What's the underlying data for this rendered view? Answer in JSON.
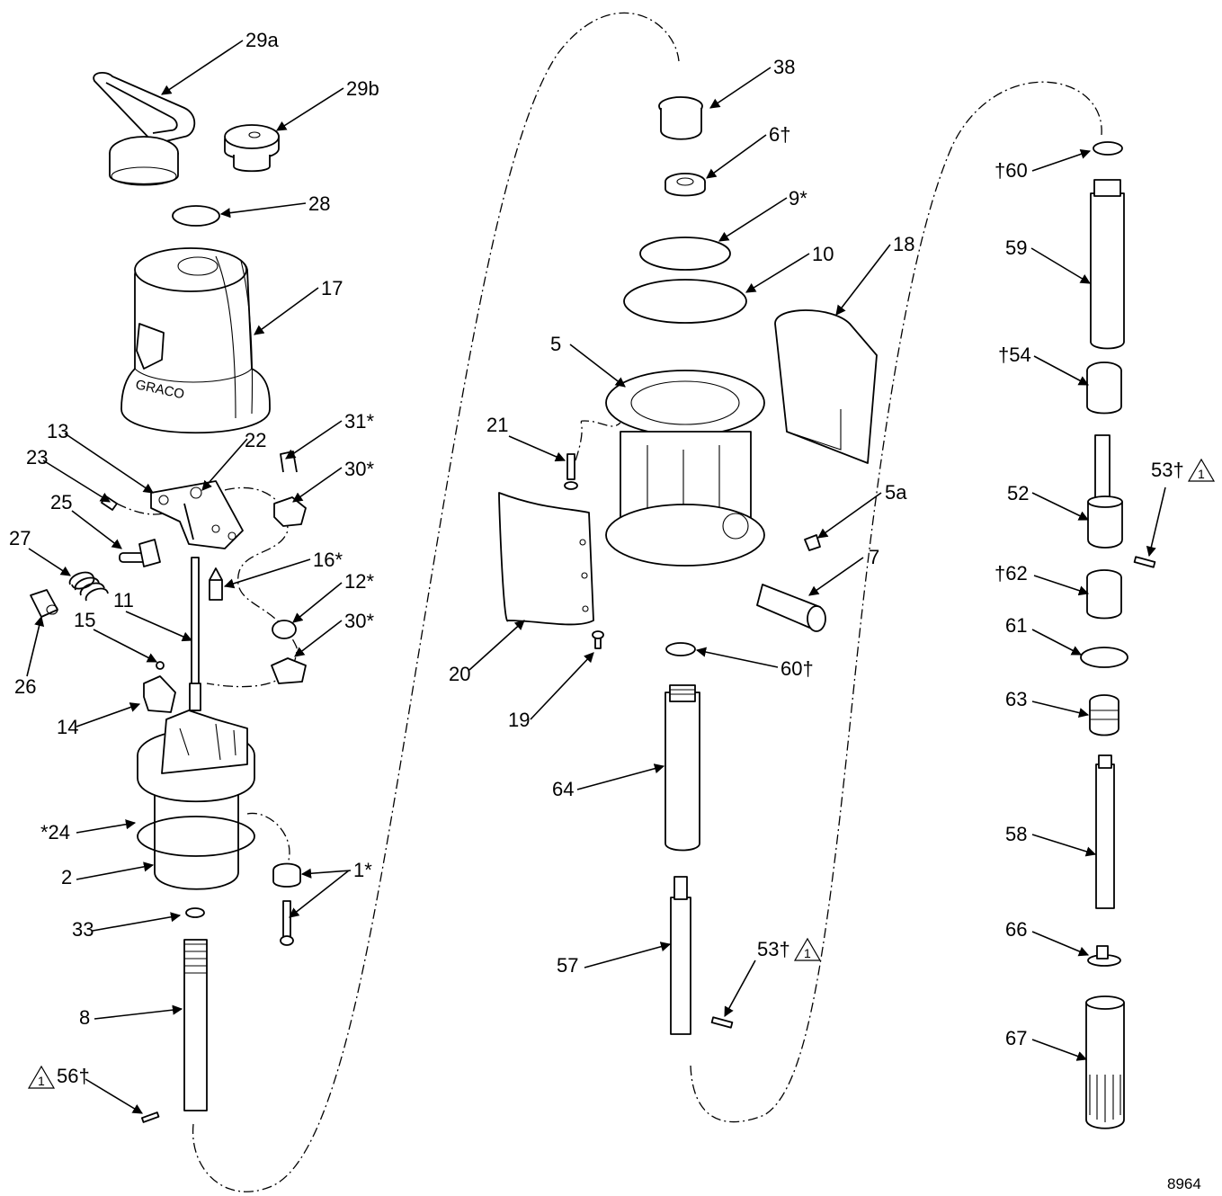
{
  "figure_id": "8964",
  "callouts": [
    {
      "key": "c29a",
      "text": "29a"
    },
    {
      "key": "c29b",
      "text": "29b"
    },
    {
      "key": "c28",
      "text": "28"
    },
    {
      "key": "c17",
      "text": "17"
    },
    {
      "key": "c13",
      "text": "13"
    },
    {
      "key": "c22",
      "text": "22"
    },
    {
      "key": "c31",
      "text": "31*"
    },
    {
      "key": "c23",
      "text": "23"
    },
    {
      "key": "c30a",
      "text": "30*"
    },
    {
      "key": "c25",
      "text": "25"
    },
    {
      "key": "c27",
      "text": "27"
    },
    {
      "key": "c16",
      "text": "16*"
    },
    {
      "key": "c11",
      "text": "11"
    },
    {
      "key": "c12",
      "text": "12*"
    },
    {
      "key": "c15",
      "text": "15"
    },
    {
      "key": "c30b",
      "text": "30*"
    },
    {
      "key": "c26",
      "text": "26"
    },
    {
      "key": "c14",
      "text": "14"
    },
    {
      "key": "c24",
      "text": "*24"
    },
    {
      "key": "c2",
      "text": "2"
    },
    {
      "key": "c1",
      "text": "1*"
    },
    {
      "key": "c33",
      "text": "33"
    },
    {
      "key": "c8",
      "text": "8"
    },
    {
      "key": "c56",
      "text": "56†"
    },
    {
      "key": "c38",
      "text": "38"
    },
    {
      "key": "c6",
      "text": "6†"
    },
    {
      "key": "c9",
      "text": "9*"
    },
    {
      "key": "c10",
      "text": "10"
    },
    {
      "key": "c18",
      "text": "18"
    },
    {
      "key": "c5",
      "text": "5"
    },
    {
      "key": "c21",
      "text": "21"
    },
    {
      "key": "c5a",
      "text": "5a"
    },
    {
      "key": "c7",
      "text": "7"
    },
    {
      "key": "c20",
      "text": "20"
    },
    {
      "key": "c19",
      "text": "19"
    },
    {
      "key": "c60b",
      "text": "60†"
    },
    {
      "key": "c64",
      "text": "64"
    },
    {
      "key": "c57",
      "text": "57"
    },
    {
      "key": "c53b",
      "text": "53†"
    },
    {
      "key": "c60a",
      "text": "†60"
    },
    {
      "key": "c59",
      "text": "59"
    },
    {
      "key": "c54",
      "text": "†54"
    },
    {
      "key": "c52",
      "text": "52"
    },
    {
      "key": "c53a",
      "text": "53†"
    },
    {
      "key": "c62",
      "text": "†62"
    },
    {
      "key": "c61",
      "text": "61"
    },
    {
      "key": "c63",
      "text": "63"
    },
    {
      "key": "c58",
      "text": "58"
    },
    {
      "key": "c66",
      "text": "66"
    },
    {
      "key": "c67",
      "text": "67"
    }
  ],
  "footnote_marker": "1",
  "logo_text": "GRACO"
}
